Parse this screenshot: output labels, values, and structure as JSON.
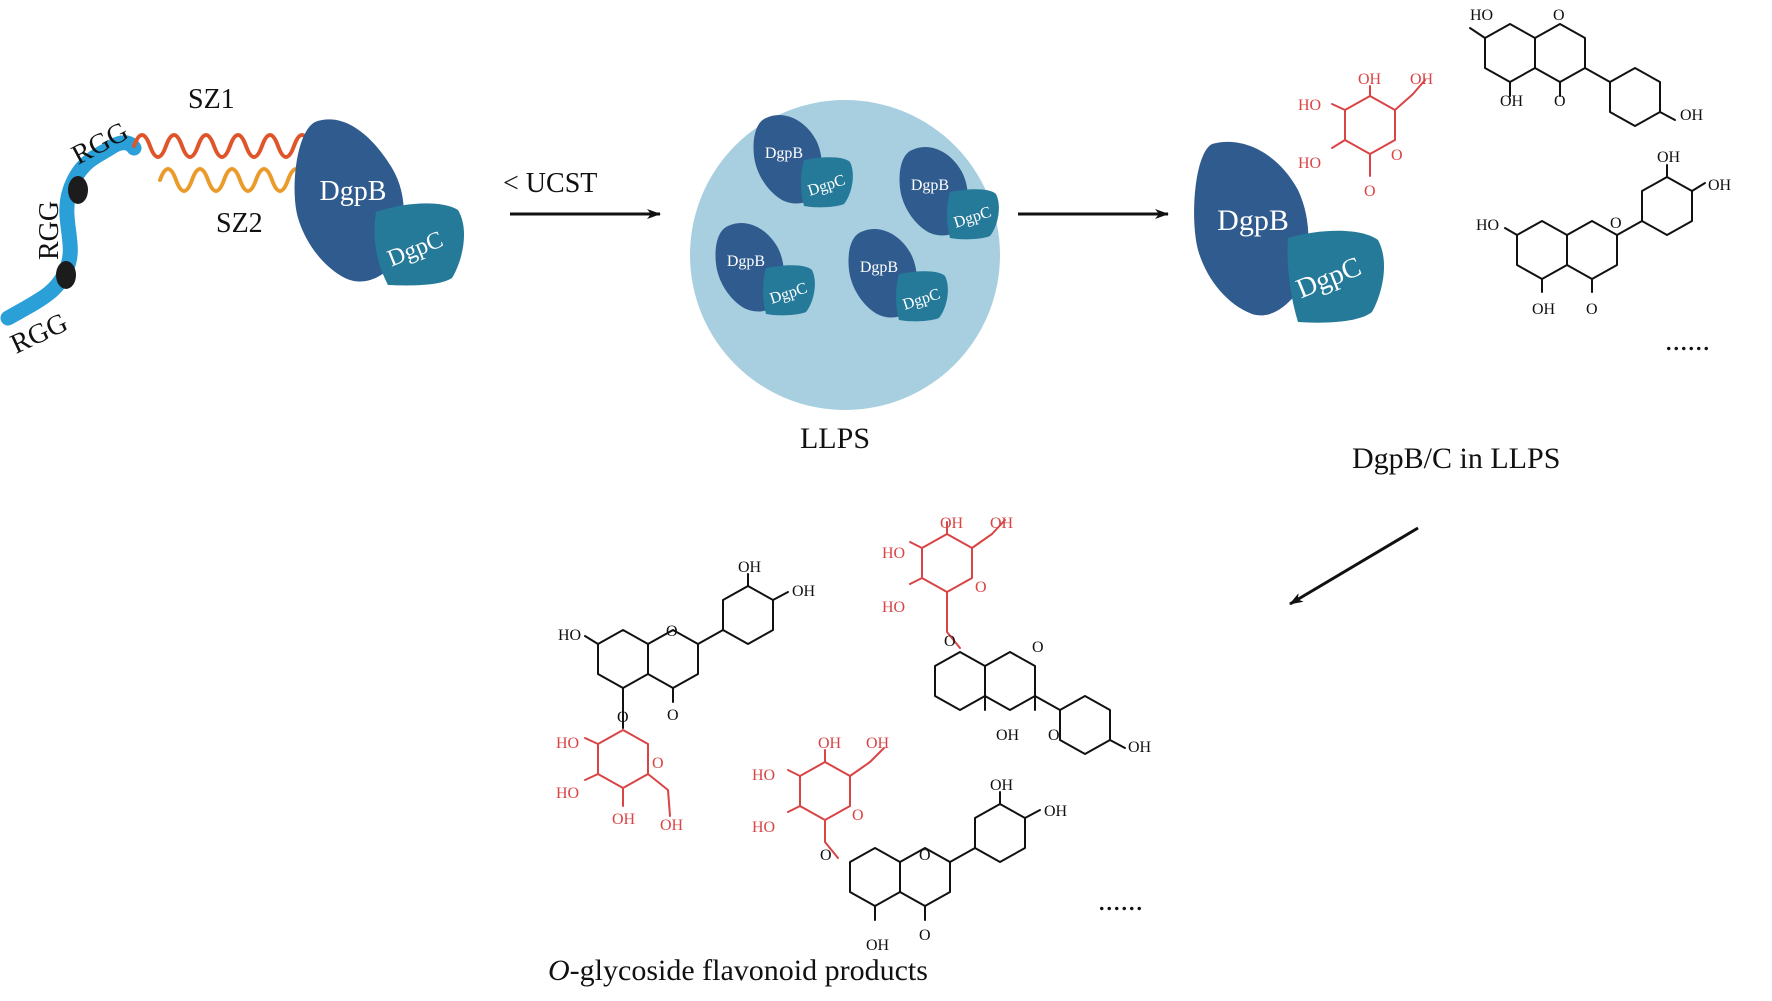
{
  "labels": {
    "rgg": "RGG",
    "sz1": "SZ1",
    "sz2": "SZ2",
    "dgpb": "DgpB",
    "dgpc": "DgpC",
    "ucst": "< UCST",
    "llps": "LLPS",
    "dgpbc_llps": "DgpB/C in LLPS",
    "products_italic": "O",
    "products_rest": "-glycoside flavonoid products",
    "ellipsis": "......"
  },
  "chem": {
    "oh": "OH",
    "ho": "HO",
    "o": "O"
  },
  "colors": {
    "rgg_linker": "#2a9fd8",
    "sz1": "#e0542a",
    "sz2": "#eb9a2c",
    "dgpb": "#2f5b8e",
    "dgpc": "#257a99",
    "droplet": "#a8cfe0",
    "sugar": "#d94445"
  }
}
